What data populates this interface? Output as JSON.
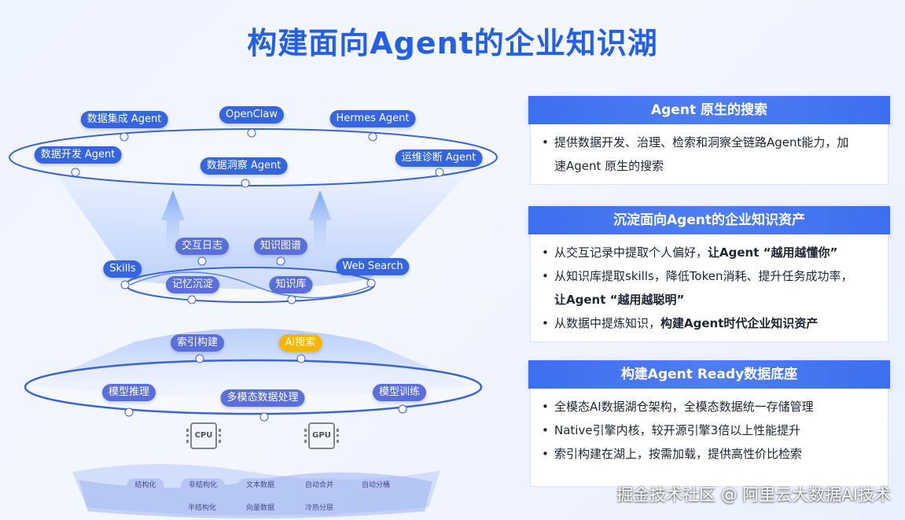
{
  "title": "构建面向Agent的企业知识湖",
  "diagram": {
    "top_layer": [
      "数据集成 Agent",
      "OpenClaw",
      "Hermes Agent",
      "数据开发 Agent",
      "数据洞察 Agent",
      "运维诊断 Agent"
    ],
    "middle_layer": [
      "交互日志",
      "知识图谱",
      "Skills",
      "Web Search",
      "记忆沉淀",
      "知识库"
    ],
    "index_layer": [
      "索引构建",
      "AI搜索"
    ],
    "base_layer": [
      "模型推理",
      "多模态数据处理",
      "模型训练"
    ],
    "chips": [
      "CPU",
      "GPU"
    ],
    "storage_tags_row1": [
      "结构化",
      "非结构化",
      "文本数据",
      "自动合并",
      "自动分桶"
    ],
    "storage_tags_row2": [
      "半结构化",
      "向量数据",
      "冷热分层"
    ]
  },
  "panels": [
    {
      "header": "Agent 原生的搜索",
      "items": [
        {
          "text": "提供数据开发、治理、检索和洞察全链路Agent能力，加"
        },
        {
          "text": "速Agent 原生的搜索"
        }
      ]
    },
    {
      "header": "沉淀面向Agent的企业知识资产",
      "items": [
        {
          "text": "从交互记录中提取个人偏好，",
          "bold": "让Agent “越用越懂你”"
        },
        {
          "text": "从知识库提取skills，降低Token消耗、提升任务成功率，"
        },
        {
          "text": "",
          "bold": "让Agent “越用越聪明”"
        },
        {
          "text": "从数据中提炼知识，",
          "bold": "构建Agent时代企业知识资产"
        }
      ]
    },
    {
      "header": "构建Agent Ready数据底座",
      "items": [
        {
          "text": "全模态AI数据湖仓架构，全模态数据统一存储管理"
        },
        {
          "text": "Native引擎内核，较开源引擎3倍以上性能提升"
        },
        {
          "text": "索引构建在湖上，按需加载，提供高性价比检索"
        }
      ]
    }
  ],
  "watermark": "掘金技术社区 @ 阿里云大数据AI技术",
  "colors": {
    "accent": "#2460e6",
    "pill": "#3566e0",
    "highlight": "#f7b500"
  }
}
